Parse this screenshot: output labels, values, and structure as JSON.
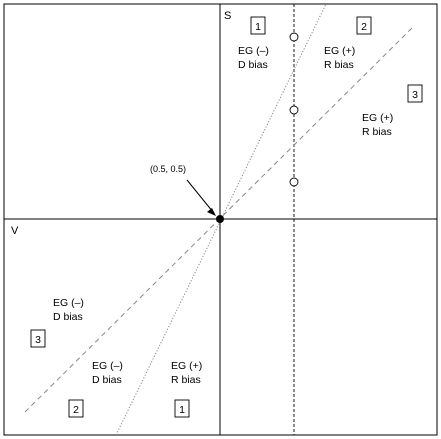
{
  "axes": {
    "vertical_label": "S",
    "horizontal_label": "V"
  },
  "center_point": {
    "label": "(0.5, 0.5)"
  },
  "regions": {
    "ur1_number": "1",
    "ur2_number": "2",
    "ur3_number": "3",
    "ll1_number": "1",
    "ll2_number": "2",
    "ll3_number": "3",
    "ur_eg_minus_d": [
      "EG (–)",
      "D bias"
    ],
    "ur_eg_plus_r_top": [
      "EG (+)",
      "R bias"
    ],
    "ur_eg_plus_r_right": [
      "EG (+)",
      "R bias"
    ],
    "ll_eg_minus_d_left": [
      "EG (–)",
      "D bias"
    ],
    "ll_eg_minus_d_mid": [
      "EG (–)",
      "D bias"
    ],
    "ll_eg_plus_r": [
      "EG (+)",
      "R bias"
    ]
  },
  "open_markers_count": 3
}
